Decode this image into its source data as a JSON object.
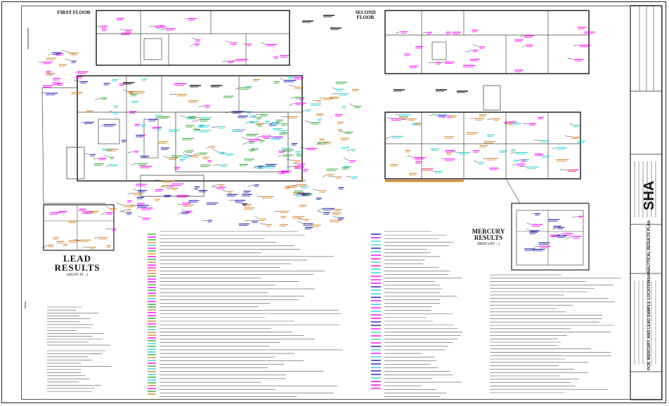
{
  "labels": {
    "first_floor": "FIRST FLOOR",
    "second_floor": "SECOND FLOOR",
    "lead_results": "LEAD RESULTS",
    "lead_results_sub": "(HIGHT IN ...)",
    "mercury_results": "MERCURY RESULTS",
    "mercury_results_sub": "(MERCURY ...)"
  },
  "title_block": {
    "logo": "SHA",
    "drawing_title": "PCB, MERCURY, AND LEAD SAMPLE LOCATIONS/ANALYTICAL RESULTS PLAN"
  },
  "colors": {
    "pcb": "#ff00ff",
    "lead": "#d4862a",
    "mercury": "#1a1ab0",
    "other": "#2fd3d3",
    "green": "#33aa33",
    "linework": "#222222"
  }
}
